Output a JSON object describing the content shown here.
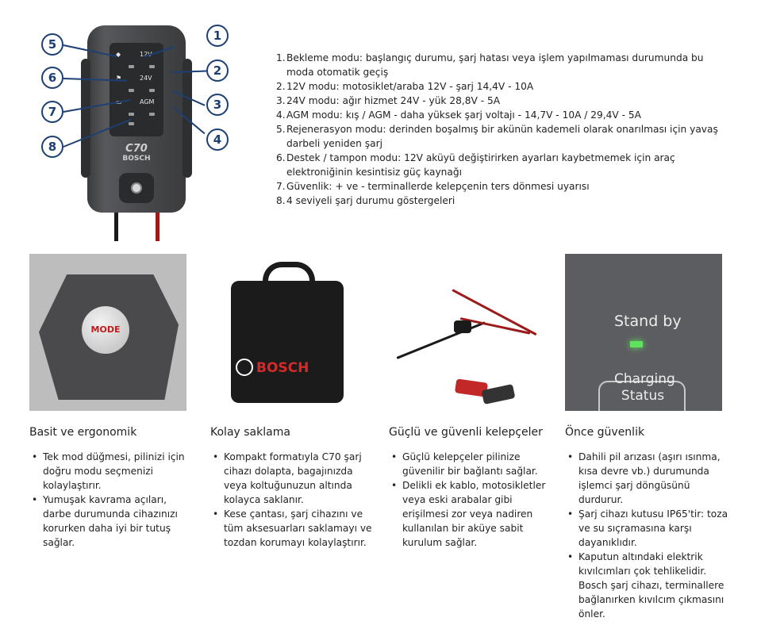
{
  "callouts": [
    "1",
    "2",
    "3",
    "4",
    "5",
    "6",
    "7",
    "8"
  ],
  "device": {
    "brand": "BOSCH",
    "model": "C70",
    "button_label": "MODE",
    "panel_labels": [
      "12V",
      "24V",
      "AGM",
      "Stand by",
      "Charging Status"
    ]
  },
  "features": [
    {
      "num": "1.",
      "text": "Bekleme modu: başlangıç durumu, şarj hatası veya işlem yapılmaması durumunda bu moda otomatik geçiş"
    },
    {
      "num": "2.",
      "text": "12V modu: motosiklet/araba 12V - şarj 14,4V - 10A"
    },
    {
      "num": "3.",
      "text": "24V modu: ağır hizmet 24V - yük 28,8V - 5A"
    },
    {
      "num": "4.",
      "text": "AGM modu: kış / AGM - daha yüksek şarj voltajı - 14,7V - 10A / 29,4V - 5A"
    },
    {
      "num": "5.",
      "text": "Rejenerasyon modu: derinden boşalmış bir akünün kademeli olarak onarılması için yavaş darbeli yeniden şarj"
    },
    {
      "num": "6.",
      "text": "Destek / tampon modu: 12V aküyü değiştirirken ayarları kaybetmemek için araç elektroniğinin kesintisiz güç kaynağı"
    },
    {
      "num": "7.",
      "text": "Güvenlik: + ve - terminallerde kelepçenin ters dönmesi uyarısı"
    },
    {
      "num": "8.",
      "text": "4 seviyeli şarj durumu göstergeleri"
    }
  ],
  "cards": [
    {
      "title": "Basit ve ergonomik",
      "bullets": [
        "Tek mod düğmesi, pilinizi için doğru modu seçmenizi kolaylaştırır.",
        "Yumuşak kavrama açıları, darbe durumunda cihazınızı korurken daha iyi bir tutuş sağlar."
      ]
    },
    {
      "title": "Kolay saklama",
      "bullets": [
        "Kompakt formatıyla C70 şarj cihazı dolapta, bagajınızda veya koltuğunuzun altında kolayca saklanır.",
        "Kese çantası, şarj cihazını ve tüm aksesuarları saklamayı ve tozdan korumayı kolaylaştırır."
      ]
    },
    {
      "title": "Güçlü ve güvenli kelepçeler",
      "bullets": [
        "Güçlü kelepçeler pilinize güvenilir bir bağlantı sağlar.",
        "Delikli ek kablo, motosikletler veya eski arabalar gibi erişilmesi zor veya nadiren kullanılan bir aküye sabit kurulum sağlar."
      ]
    },
    {
      "title": "Önce güvenlik",
      "bullets": [
        "Dahili pil arızası (aşırı ısınma, kısa devre vb.) durumunda işlemci şarj döngüsünü durdurur.",
        "Şarj cihazı kutusu IP65'tir: toza ve su sıçramasına karşı dayanıklıdır.",
        "Kaputun altındaki elektrik kıvılcımları çok tehlikelidir. Bosch şarj cihazı, terminallere bağlanırken kıvılcım çıkmasını önler."
      ]
    }
  ],
  "images": {
    "button_label": "MODE",
    "bag_brand": "BOSCH",
    "panel_standby": "Stand by",
    "panel_status": "Charging Status"
  },
  "colors": {
    "callout": "#1d3f73",
    "brand_red": "#d42a2a",
    "led_green": "#5fe35d"
  }
}
